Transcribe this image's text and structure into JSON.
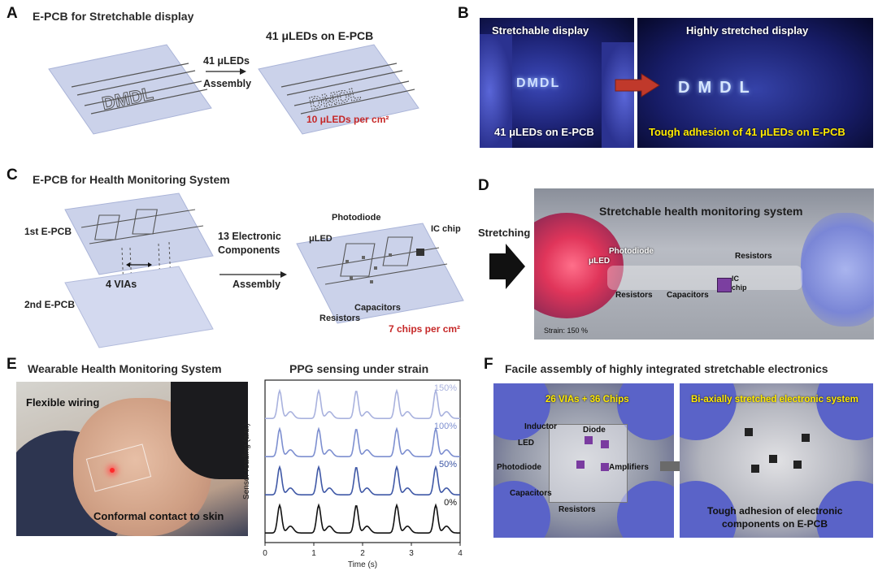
{
  "panels": {
    "A": {
      "letter": "A",
      "title": "E-PCB for Stretchable display",
      "right_title": "41 μLEDs on E-PCB",
      "arrow_top": "41 μLEDs",
      "arrow_bottom": "Assembly",
      "density": "10 μLEDs per cm²",
      "pattern_text": "DMDL"
    },
    "B": {
      "letter": "B",
      "left_title": "Stretchable display",
      "left_bottom": "41 μLEDs on E-PCB",
      "right_title": "Highly stretched display",
      "right_bottom": "Tough adhesion of  41 μLEDs on E-PCB"
    },
    "C": {
      "letter": "C",
      "title": "E-PCB for Health Monitoring System",
      "first": "1st E-PCB",
      "second": "2nd E-PCB",
      "vias": "4 VIAs",
      "arrow_top1": "13 Electronic",
      "arrow_top2": "Components",
      "arrow_bottom": "Assembly",
      "photodiode": "Photodiode",
      "uled": "μLED",
      "ic_chip": "IC chip",
      "resistors": "Resistors",
      "capacitors": "Capacitors",
      "density": "7 chips per cm²"
    },
    "D": {
      "letter": "D",
      "stretching": "Stretching",
      "title": "Stretchable health monitoring system",
      "photodiode": "Photodiode",
      "uled": "μLED",
      "resistors_left": "Resistors",
      "capacitors": "Capacitors",
      "resistors_right": "Resistors",
      "ic_chip": "IC chip",
      "strain": "Strain: 150 %"
    },
    "E": {
      "letter": "E",
      "title": "Wearable Health Monitoring System",
      "flexible": "Flexible wiring",
      "conformal": "Conformal  contact to skin"
    },
    "F": {
      "letter": "F",
      "title": "Facile assembly of highly integrated stretchable electronics",
      "left_top": "26 VIAs + 36 Chips",
      "inductor": "Inductor",
      "diode": "Diode",
      "led": "LED",
      "photodiode": "Photodiode",
      "amplifiers": "Amplifiers",
      "capacitors": "Capacitors",
      "resistors": "Resistors",
      "right_top": "Bi-axially stretched electronic system",
      "right_bottom1": "Tough adhesion of electronic",
      "right_bottom2": "components on E-PCB"
    }
  },
  "chart_data": {
    "type": "line",
    "title": "PPG sensing under strain",
    "xlabel": "Time (s)",
    "ylabel": "Sensor reading (a.u.)",
    "xlim": [
      0,
      4
    ],
    "xticks": [
      "0",
      "1",
      "2",
      "3",
      "4"
    ],
    "peak_times": [
      0.3,
      1.1,
      1.87,
      2.7,
      3.5
    ],
    "series": [
      {
        "name": "150%",
        "color": "#a9b2de",
        "offset": 3
      },
      {
        "name": "100%",
        "color": "#7d8fd0",
        "offset": 2
      },
      {
        "name": "50%",
        "color": "#3f58a6",
        "offset": 1
      },
      {
        "name": "0%",
        "color": "#111111",
        "offset": 0
      }
    ]
  }
}
